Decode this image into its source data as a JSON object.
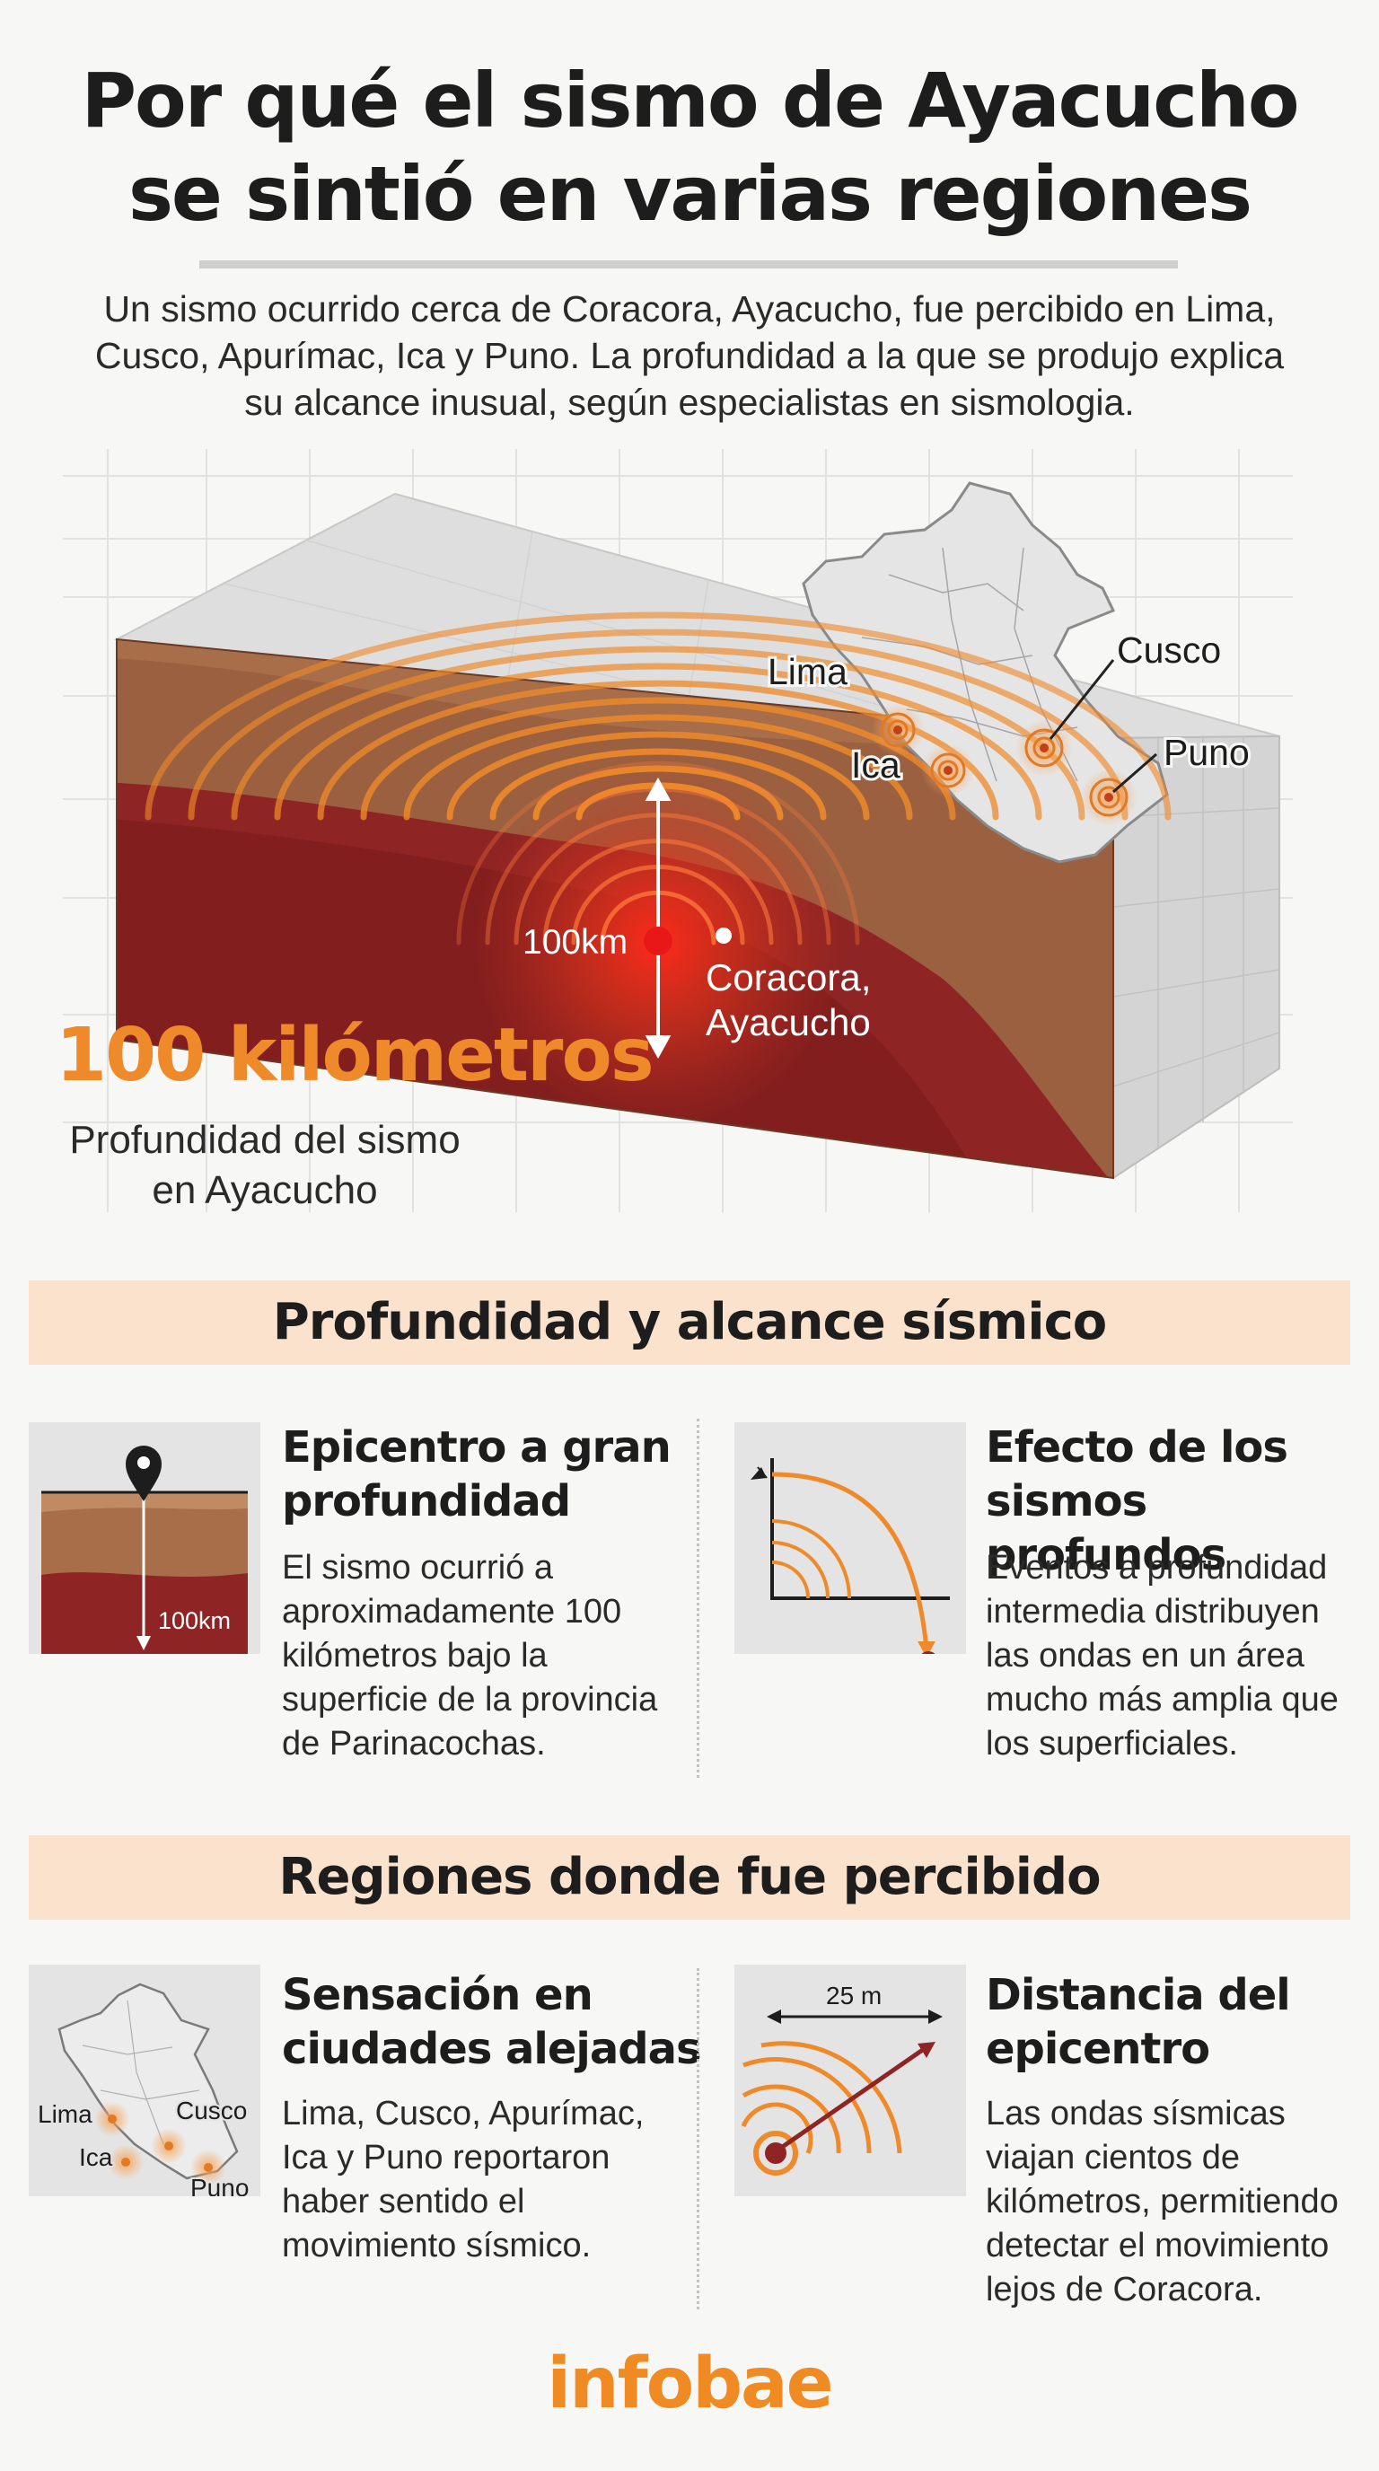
{
  "header": {
    "title_line1": "Por qué el sismo de Ayacucho",
    "title_line2": "se sintió en varias regiones",
    "lede_line1": "Un sismo ocurrido cerca de Coracora, Ayacucho, fue percibido en Lima,",
    "lede_line2": "Cusco, Apurímac, Ica y Puno. La profundidad a la que se produjo explica",
    "lede_line3": "su alcance inusual, según especialistas en sismologia."
  },
  "hero": {
    "labels": {
      "lima": "Lima",
      "ica": "Ica",
      "cusco": "Cusco",
      "puno": "Puno",
      "depth": "100km",
      "epicenter_line1": "Coracora,",
      "epicenter_line2": "Ayacucho"
    },
    "big_number": "100 kilómetros",
    "big_caption_line1": "Profundidad del sismo",
    "big_caption_line2": "en Ayacucho"
  },
  "section1": {
    "heading": "Profundidad y alcance sísmico",
    "card_left": {
      "title_line1": "Epicentro a gran",
      "title_line2": "profundidad",
      "body": [
        "El sismo ocurrió a",
        "aproximadamente 100",
        "kilómetros bajo la",
        "superficie de la provincia",
        "de Parinacochas."
      ],
      "icon_label": "100km"
    },
    "card_right": {
      "title_line1": "Efecto de los",
      "title_line2": "sismos profundos",
      "body": [
        "Eventos a profundidad",
        "intermedia distribuyen",
        "las ondas en un área",
        "mucho más amplia que",
        "los superficiales."
      ]
    }
  },
  "section2": {
    "heading": "Regiones donde fue percibido",
    "card_left": {
      "title_line1": "Sensación en",
      "title_line2": "ciudades alejadas",
      "body": [
        "Lima, Cusco, Apurímac,",
        "Ica y Puno reportaron",
        "haber sentido el",
        "movimiento sísmico."
      ],
      "map_labels": {
        "lima": "Lima",
        "ica": "Ica",
        "cusco": "Cusco",
        "puno": "Puno"
      }
    },
    "card_right": {
      "title_line1": "Distancia del",
      "title_line2": "epicentro",
      "body": [
        "Las ondas sísmicas",
        "viajan cientos de",
        "kilómetros, permitiendo",
        "detectar el movimiento",
        "lejos de Coracora."
      ],
      "icon_label": "25 m"
    }
  },
  "footer": {
    "logo": "infobae"
  },
  "colors": {
    "accent_orange": "#ee8a2a",
    "deep_red": "#8e2424",
    "soil_brown": "#a86e4a",
    "band_peach": "#fbe2cd",
    "epicenter_red": "#e81818"
  }
}
